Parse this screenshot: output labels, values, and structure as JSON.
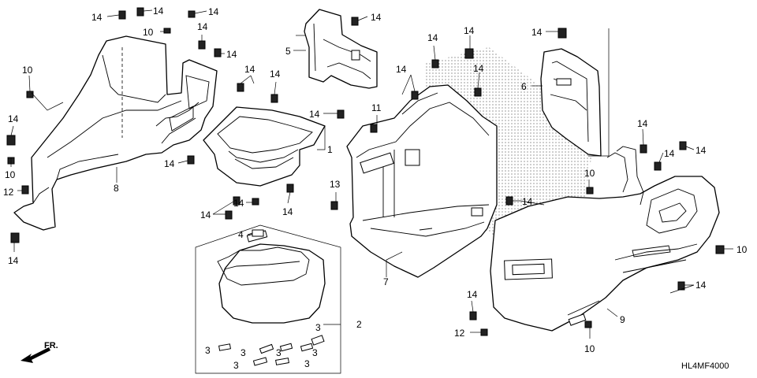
{
  "diagram_code": "HL4MF4000",
  "front_label": "FR.",
  "parts": {
    "p1": "1",
    "p2": "2",
    "p3": "3",
    "p4": "4",
    "p5": "5",
    "p6": "6",
    "p7": "7",
    "p8": "8",
    "p9": "9",
    "p10": "10",
    "p11": "11",
    "p12": "12",
    "p13": "13",
    "p14": "14"
  }
}
